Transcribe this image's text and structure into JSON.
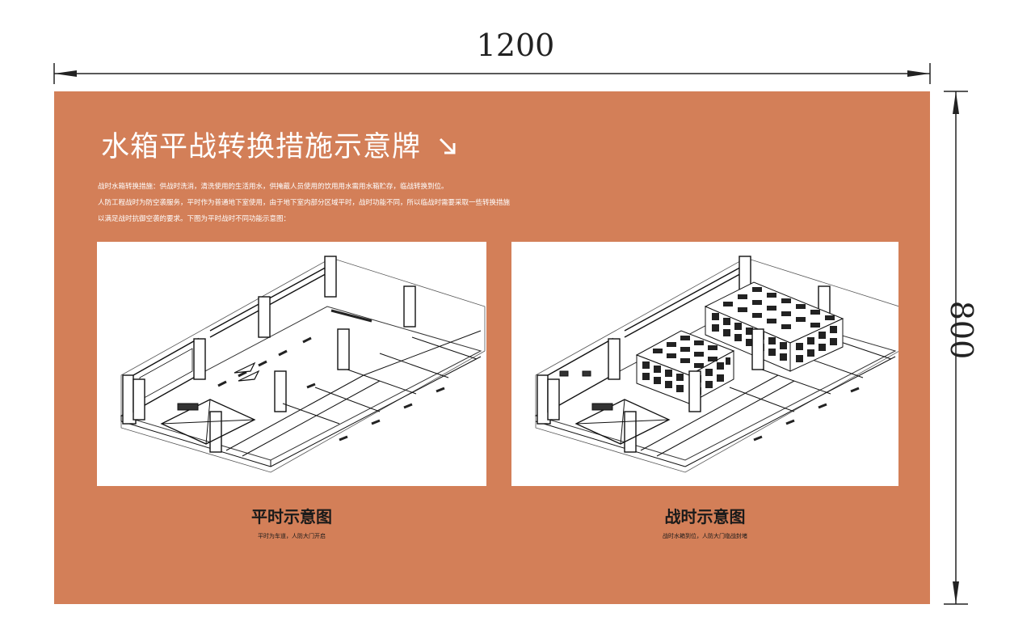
{
  "dimensions": {
    "width_label": "1200",
    "height_label": "800"
  },
  "sign": {
    "background": "#d37f58",
    "title": "水箱平战转换措施示意牌",
    "title_icon": "arrow-down-right-icon",
    "description_lines": [
      "战时水箱转换措施：供战时洗消，清洗使用的生活用水，供掩蔽人员使用的饮用用水需用水箱贮存，临战转换到位。",
      "人防工程战时为防空袭服务，平时作为普通地下室使用，由于地下室内部分区域平时，战时功能不同，所以临战时需要采取一些转换措施",
      "以满足战时抗御空袭的要求。下图为平时战时不同功能示意图："
    ],
    "panels": [
      {
        "caption": "平时示意图",
        "subcaption": "平时为车道，人防大门开启"
      },
      {
        "caption": "战时示意图",
        "subcaption": "战时水箱到位，人防大门临战封堵"
      }
    ]
  }
}
